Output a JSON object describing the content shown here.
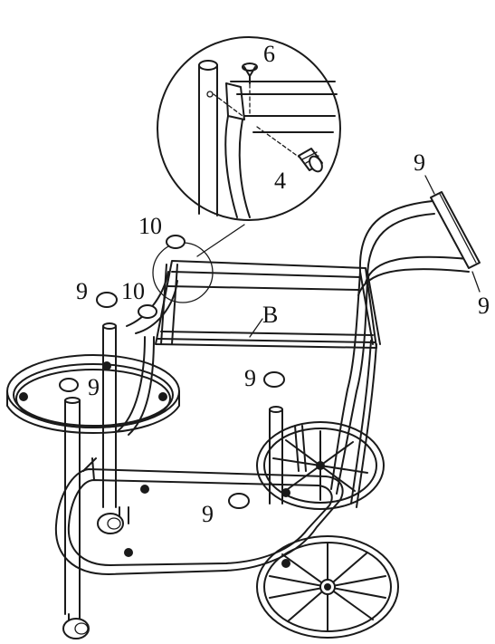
{
  "labels": {
    "detail_top_screw": "6",
    "detail_bolt": "4",
    "handle_cap_top": "9",
    "handle_cap_bottom": "9",
    "frame_B": "B",
    "cap_10_upper": "10",
    "cap_10_lower": "10",
    "cap_9_left_tray": "9",
    "cap_9_upper_tube": "9",
    "cap_9_center": "9",
    "cap_9_lower": "9"
  }
}
